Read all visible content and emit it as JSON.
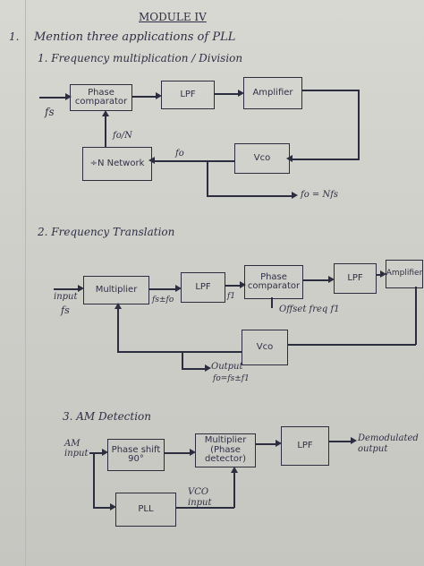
{
  "header": {
    "module_title": "MODULE IV"
  },
  "question": {
    "number": "1.",
    "text": "Mention three applications of PLL",
    "item1": "1. Frequency multiplication / Division",
    "item2": "2. Frequency Translation",
    "item3": "3. AM Detection"
  },
  "diagram1": {
    "phase_comparator": "Phase comparator",
    "lpf": "LPF",
    "amplifier": "Amplifier",
    "vco": "Vco",
    "network": "÷N Network",
    "input_label": "fs",
    "feedback_label": "fo/N",
    "vco_out_label": "fo",
    "output_label": "fo = Nfs"
  },
  "diagram2": {
    "multiplier": "Multiplier",
    "lpf1": "LPF",
    "phase_comparator": "Phase comparator",
    "lpf2": "LPF",
    "amplifier": "Amplifier",
    "vco": "Vco",
    "input_label": "input",
    "input_freq": "fs",
    "sum_label": "fs±fo",
    "diff_label": "f1",
    "offset_label": "Offset freq f1",
    "output_label": "Output",
    "output_eq": "fo=fs±f1"
  },
  "diagram3": {
    "am_input": "AM input",
    "phase_shift": "Phase shift 90°",
    "multiplier": "Multiplier (Phase detector)",
    "lpf": "LPF",
    "pll": "PLL",
    "vco_input": "VCO input",
    "output": "Demodulated output"
  }
}
